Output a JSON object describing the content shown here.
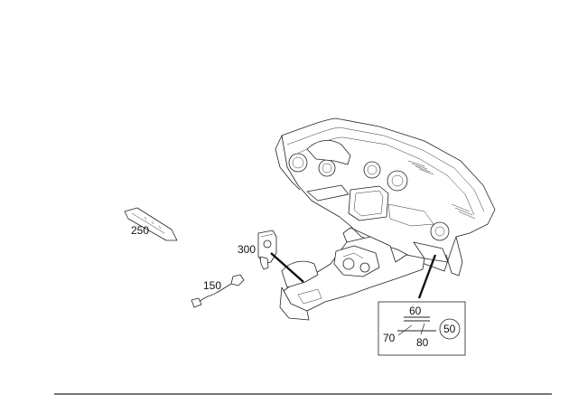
{
  "parts": [
    {
      "id": "part-250",
      "label": "250"
    },
    {
      "id": "part-300",
      "label": "300"
    },
    {
      "id": "part-150",
      "label": "150"
    }
  ],
  "detail_box": {
    "labels": {
      "a": "60",
      "b": "70",
      "c": "80",
      "circle": "50"
    }
  },
  "colors": {
    "line": "#222222",
    "background": "#ffffff",
    "leader": "#111111"
  }
}
